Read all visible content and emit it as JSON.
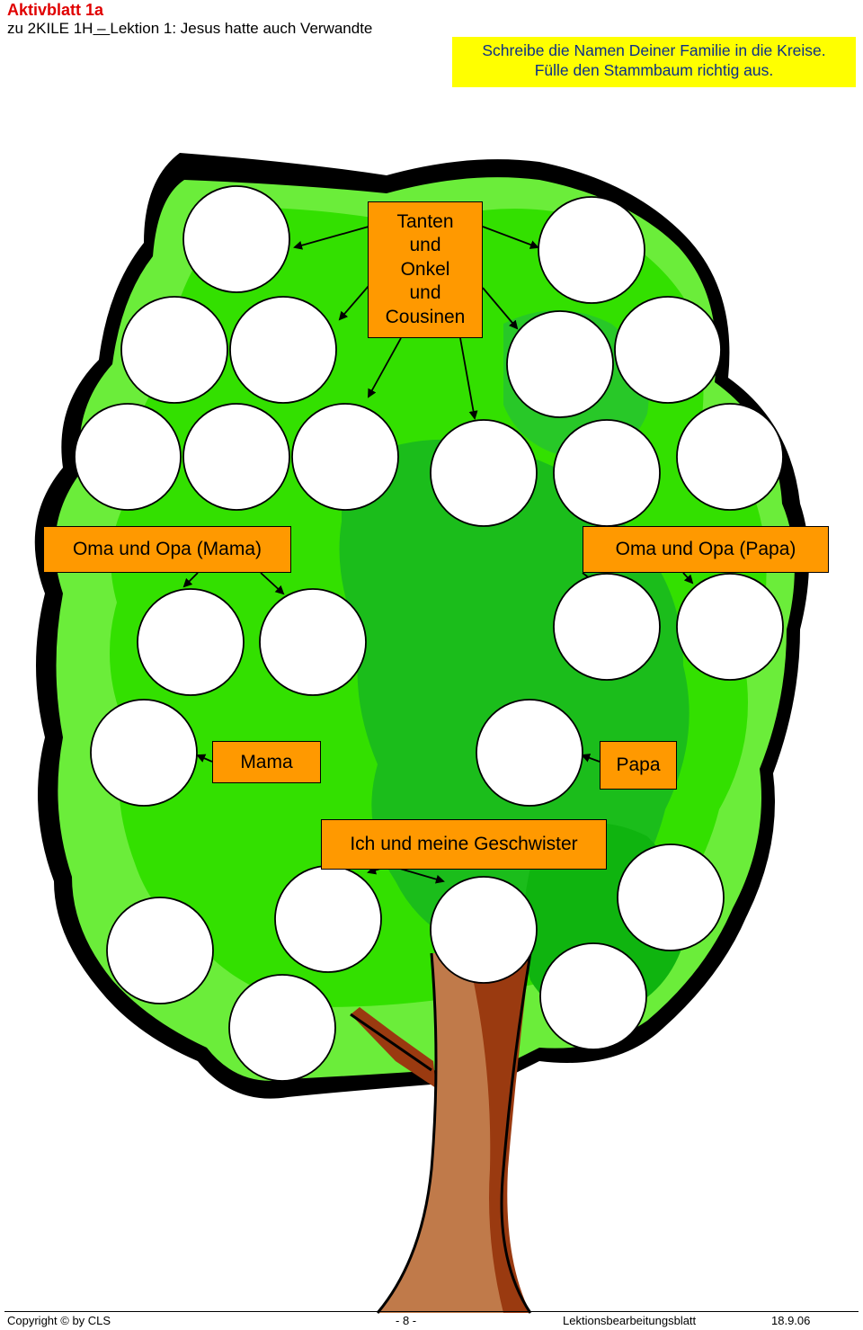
{
  "header": {
    "title": "Aktivblatt 1a",
    "subtitle_prefix": "zu 2KILE 1H",
    "subtitle_sep": " – ",
    "subtitle_rest": "Lektion 1: Jesus hatte auch Verwandte"
  },
  "instruction": {
    "line1": "Schreibe die Namen Deiner Familie in die Kreise.",
    "line2": "Fülle den Stammbaum richtig aus."
  },
  "labels": {
    "tanten": [
      "Tanten",
      "und",
      "Onkel",
      "und",
      "Cousinen"
    ],
    "oma_mama": "Oma und Opa (Mama)",
    "oma_papa": "Oma und Opa (Papa)",
    "mama": "Mama",
    "papa": "Papa",
    "ich": "Ich und meine Geschwister"
  },
  "footer": {
    "copyright": "Copyright © by CLS",
    "page": "- 8 -",
    "doc": "Lektionsbearbeitungsblatt",
    "date": "18.9.06"
  },
  "colors": {
    "label_fill": "#ff9900",
    "instruction_fill": "#ffff00",
    "title_red": "#e00000",
    "leaf_light": "#6bed3a",
    "leaf_bright": "#33e000",
    "leaf_dark": "#1bbd1b",
    "trunk": "#c07a4a",
    "trunk_dark": "#9a3a10"
  }
}
